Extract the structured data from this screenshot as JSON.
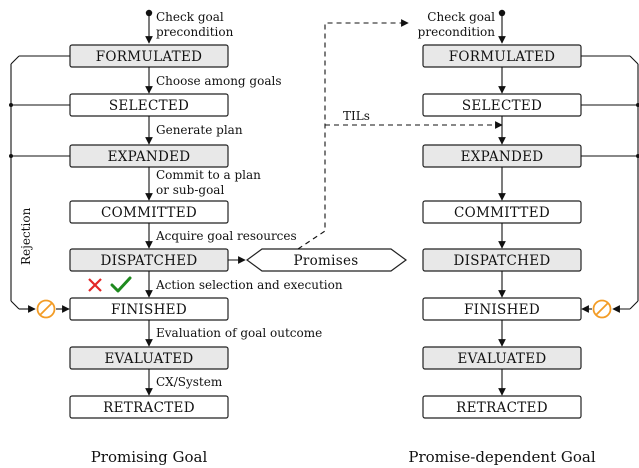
{
  "colors": {
    "shaded_fill": "#e8e8e8",
    "plain_fill": "#ffffff",
    "rejection_icon": "#f39c26",
    "cross_icon": "#e32626",
    "check_icon": "#1f8a1f"
  },
  "left": {
    "caption": "Promising Goal",
    "start_label": [
      "Check goal",
      "precondition"
    ],
    "states": [
      {
        "label": "FORMULATED",
        "shaded": true
      },
      {
        "label": "SELECTED",
        "shaded": false
      },
      {
        "label": "EXPANDED",
        "shaded": true
      },
      {
        "label": "COMMITTED",
        "shaded": false
      },
      {
        "label": "DISPATCHED",
        "shaded": true
      },
      {
        "label": "FINISHED",
        "shaded": false
      },
      {
        "label": "EVALUATED",
        "shaded": true
      },
      {
        "label": "RETRACTED",
        "shaded": false
      }
    ],
    "transitions": [
      [
        "Choose among goals"
      ],
      [
        "Generate plan"
      ],
      [
        "Commit to a plan",
        "or sub-goal"
      ],
      [
        "Acquire goal resources"
      ],
      [
        "Action selection and execution"
      ],
      [
        "Evaluation of goal outcome"
      ],
      [
        "CX/System"
      ]
    ],
    "rejection_label": "Rejection"
  },
  "right": {
    "caption": "Promise-dependent Goal",
    "start_label": [
      "Check goal",
      "precondition"
    ],
    "states": [
      {
        "label": "FORMULATED",
        "shaded": true
      },
      {
        "label": "SELECTED",
        "shaded": false
      },
      {
        "label": "EXPANDED",
        "shaded": true
      },
      {
        "label": "COMMITTED",
        "shaded": false
      },
      {
        "label": "DISPATCHED",
        "shaded": true
      },
      {
        "label": "FINISHED",
        "shaded": false
      },
      {
        "label": "EVALUATED",
        "shaded": true
      },
      {
        "label": "RETRACTED",
        "shaded": false
      }
    ]
  },
  "promises_label": "Promises",
  "tils_label": "TILs"
}
